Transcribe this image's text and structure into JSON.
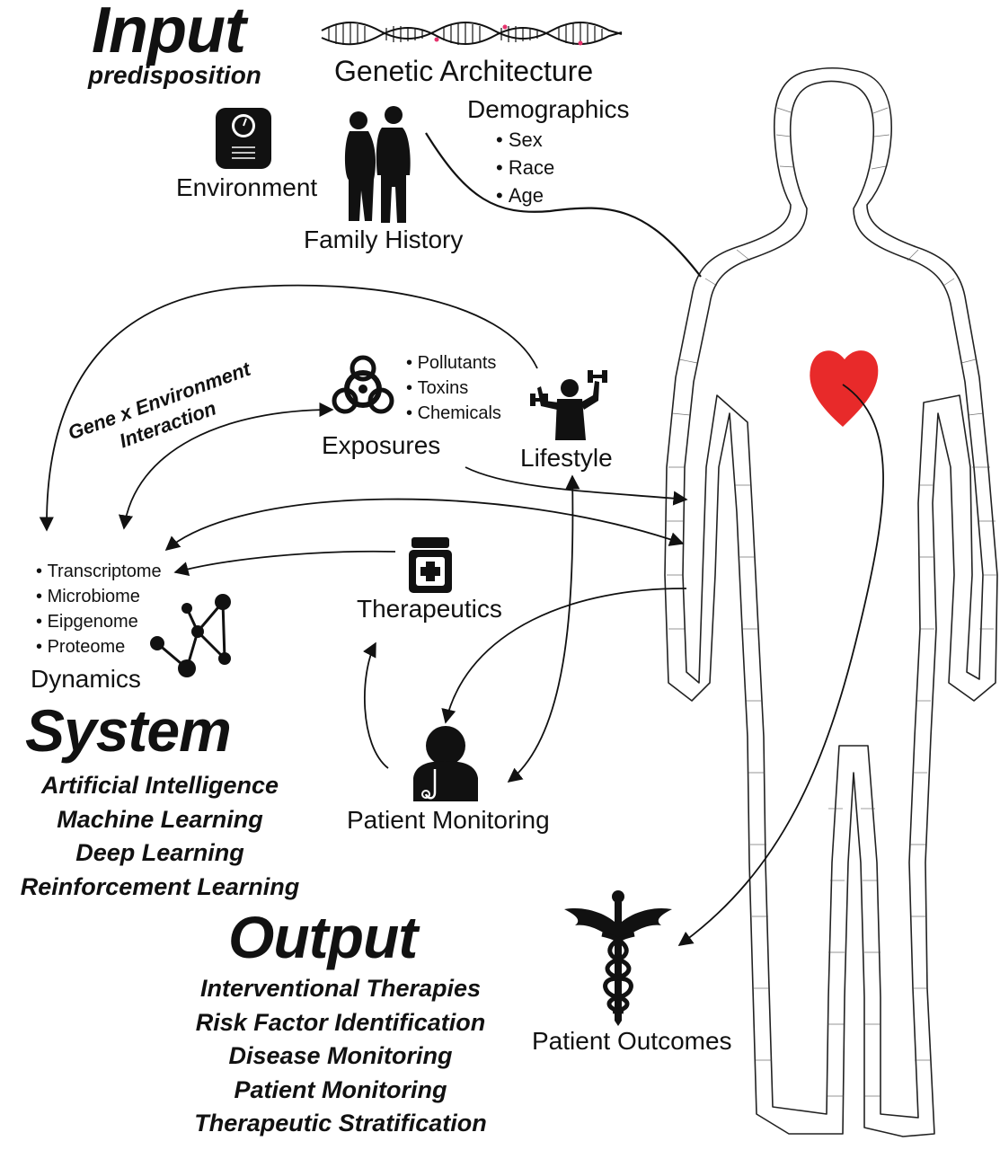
{
  "input": {
    "title": "Input",
    "subtitle": "predisposition",
    "genetic": "Genetic Architecture",
    "environment": "Environment",
    "family_history": "Family History",
    "demographics": {
      "title": "Demographics",
      "items": [
        "Sex",
        "Race",
        "Age"
      ]
    }
  },
  "interaction": {
    "line1": "Gene x Environment",
    "line2": "Interaction"
  },
  "exposures": {
    "label": "Exposures",
    "items": [
      "Pollutants",
      "Toxins",
      "Chemicals"
    ]
  },
  "lifestyle": {
    "label": "Lifestyle"
  },
  "dynamics": {
    "label": "Dynamics",
    "items": [
      "Transcriptome",
      "Microbiome",
      "Eipgenome",
      "Proteome"
    ]
  },
  "therapeutics": {
    "label": "Therapeutics"
  },
  "patient_monitoring": {
    "label": "Patient Monitoring"
  },
  "system": {
    "title": "System",
    "items": [
      "Artificial Intelligence",
      "Machine Learning",
      "Deep Learning",
      "Reinforcement Learning"
    ]
  },
  "output": {
    "title": "Output",
    "items": [
      "Interventional Therapies",
      "Risk Factor Identification",
      "Disease Monitoring",
      "Patient Monitoring",
      "Therapeutic Stratification"
    ]
  },
  "patient_outcomes": {
    "label": "Patient Outcomes"
  },
  "colors": {
    "heart": "#e82a2a",
    "ink": "#111111"
  }
}
